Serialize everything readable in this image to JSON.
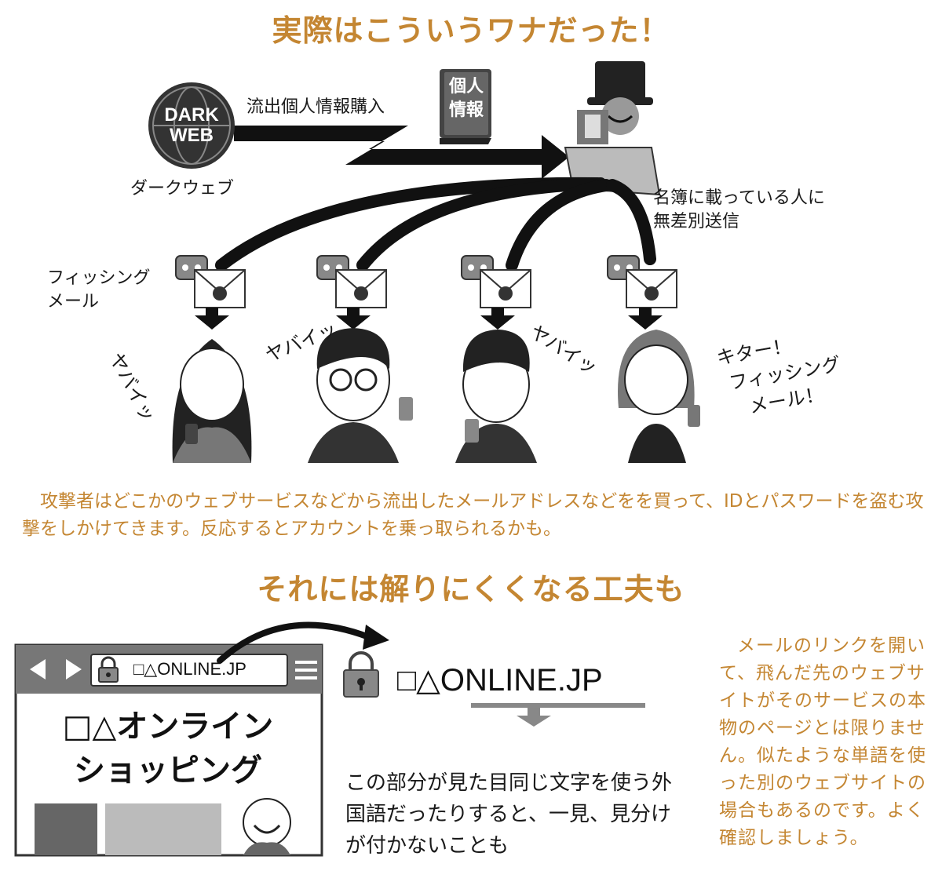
{
  "top": {
    "heading": "実際はこういうワナだった！",
    "darkweb_badge_line1": "DARK",
    "darkweb_badge_line2": "WEB",
    "darkweb_label": "ダークウェブ",
    "purchase_label": "流出個人情報購入",
    "book_line1": "個人",
    "book_line2": "情報",
    "send_label_line1": "名簿に載っている人に",
    "send_label_line2": "無差別送信",
    "phishing_label_line1": "フィッシング",
    "phishing_label_line2": "メール",
    "reaction_1": "ヤバイッ",
    "reaction_2": "ヤバイッ",
    "reaction_3": "ヤバイッ",
    "reaction_4_line1": "キター！",
    "reaction_4_line2": "フィッシング",
    "reaction_4_line3": "メール！",
    "description": "攻撃者はどこかのウェブサービスなどから流出したメールアドレスなどをを買って、IDとパスワードを盗む攻撃をしかけてきます。反応するとアカウントを乗っ取られるかも。"
  },
  "bottom": {
    "heading": "それには解りにくくなる工夫も",
    "browser_url": "□△ONLINE.JP",
    "site_title_line1": "□△オンライン",
    "site_title_line2": "ショッピング",
    "zoom_url_prefix": "□△",
    "zoom_url_main": "ONLINE.JP",
    "explanation": "この部分が見た目同じ文字を使う外国語だったりすると、一見、見分けが付かないことも",
    "side_note": "メールのリンクを開いて、飛んだ先のウェブサイトがそのサービスの本物のページとは限りません。似たような単語を使った別のウェブサイトの場合もあるのです。よく確認しましょう。"
  },
  "colors": {
    "accent": "#c48632",
    "ink": "#1a1a1a"
  }
}
